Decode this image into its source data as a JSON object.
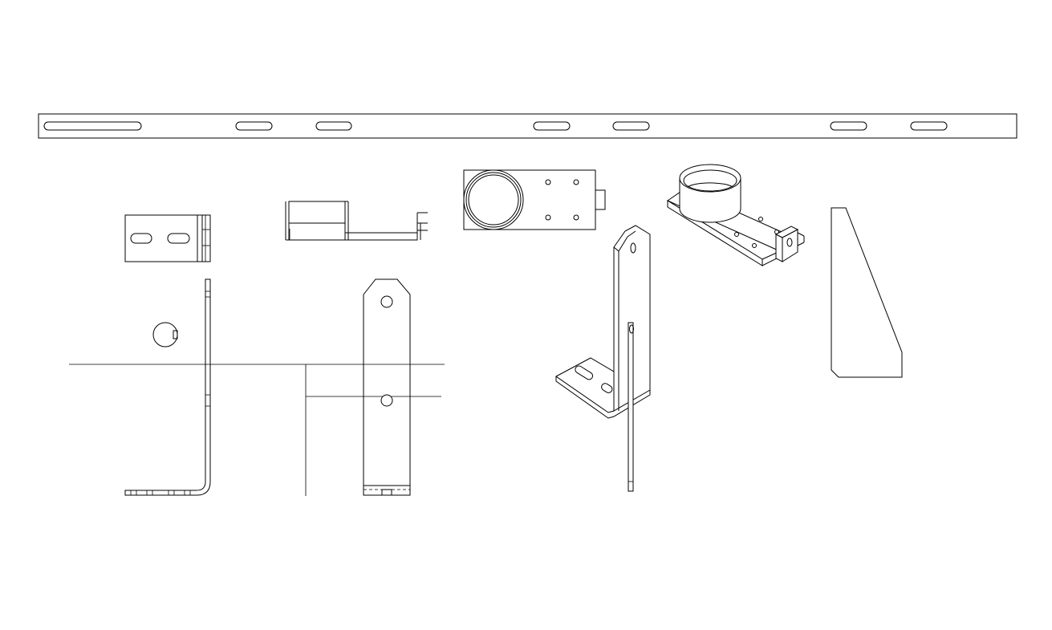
{
  "drawing": {
    "background": "#ffffff",
    "line_color": "#000000",
    "views": [
      "long-slotted-strip-top-view",
      "slotted-plate-front-view",
      "bracket-side-view",
      "clamp-base-top-view",
      "clamp-base-isometric-view",
      "gusset-plate-view",
      "l-bracket-side-view",
      "l-bracket-front-view",
      "l-bracket-isometric-view"
    ]
  }
}
